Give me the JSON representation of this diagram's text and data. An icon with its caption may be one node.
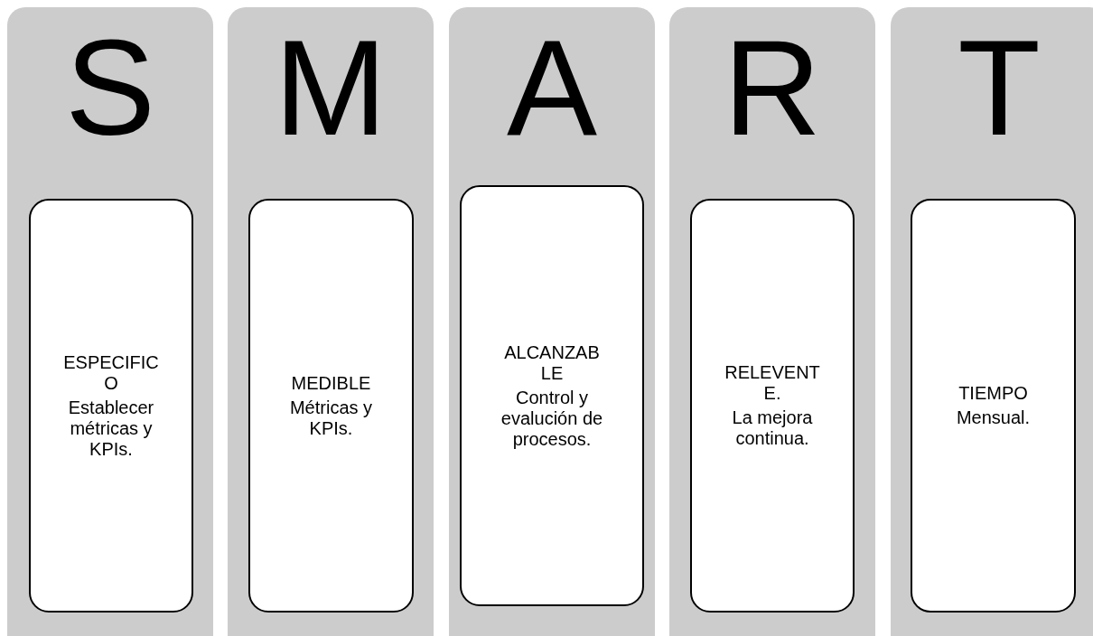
{
  "diagram": {
    "nodes": [
      {
        "text": [
          "S"
        ]
      },
      {
        "text": [
          "ESPECIFICO",
          "Establecer métricas y KPIs."
        ],
        "in": 0
      },
      {
        "text": [
          "M"
        ]
      },
      {
        "text": [
          "MEDIBLE",
          "Métricas y KPIs."
        ],
        "in": 2
      },
      {
        "text": [
          "A"
        ]
      },
      {
        "text": [
          "ALCANZABLE",
          "Control y evalución de procesos."
        ],
        "in": 4
      },
      {
        "text": [
          "R"
        ]
      },
      {
        "text": [
          "RELEVENTE.",
          "La mejora continua."
        ],
        "in": 6
      },
      {
        "text": [
          "T"
        ]
      },
      {
        "text": [
          "TIEMPO",
          "Mensual."
        ],
        "in": 8
      }
    ]
  }
}
